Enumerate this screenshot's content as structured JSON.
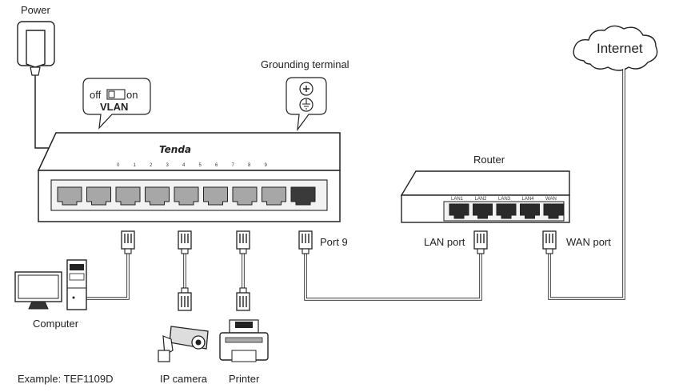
{
  "labels": {
    "power": "Power",
    "grounding": "Grounding terminal",
    "internet": "Internet",
    "router": "Router",
    "port9": "Port 9",
    "lan_port": "LAN port",
    "wan_port": "WAN port",
    "computer": "Computer",
    "ip_camera": "IP camera",
    "printer": "Printer",
    "example": "Example: TEF1109D"
  },
  "vlan_switch": {
    "off": "off",
    "on": "on",
    "title": "VLAN"
  },
  "brand": "Tenda",
  "led_numbers": [
    "0",
    "1",
    "2",
    "3",
    "4",
    "5",
    "6",
    "7",
    "8",
    "9"
  ],
  "router_ports": [
    "LAN1",
    "LAN2",
    "LAN3",
    "LAN4",
    "WAN"
  ],
  "switch_port_count": 9,
  "colors": {
    "line": "#222222",
    "port_fill": "#a7a7a7",
    "port9_fill": "#3a3a3a",
    "panel": "#f2f2f2"
  }
}
